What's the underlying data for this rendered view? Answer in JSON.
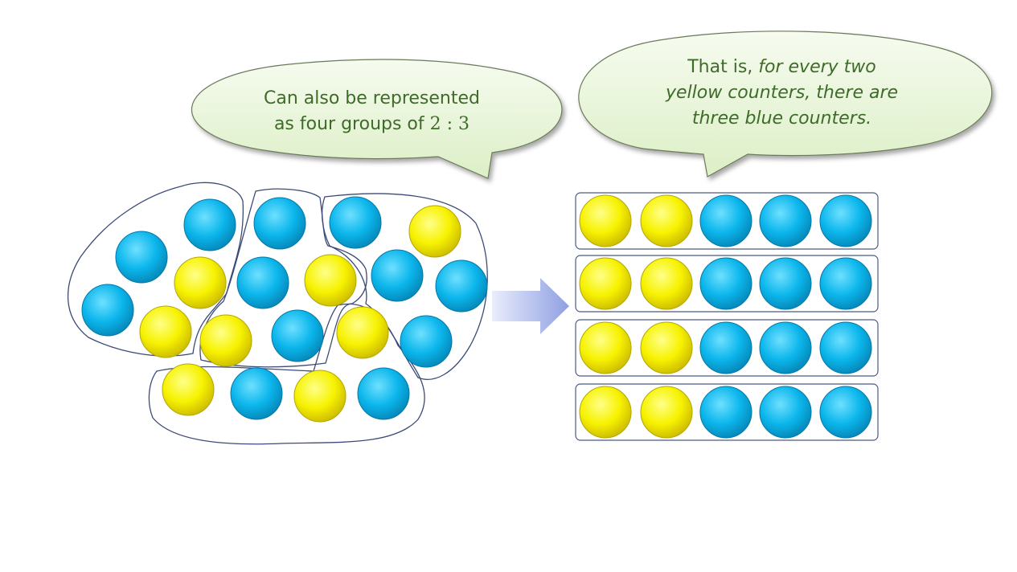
{
  "bubbles": {
    "left": {
      "line1": "Can also be represented",
      "line2_prefix": "as four groups of ",
      "ratio": "2 : 3"
    },
    "right": {
      "line1_prefix": "That is, ",
      "line1_italic": "for every two",
      "line2": "yellow counters, there are",
      "line3": "three blue counters."
    }
  },
  "colors": {
    "yellow": "#f7f200",
    "blue": "#0bb6ec",
    "bubble_fill": "#eaf6dc",
    "bubble_text": "#3f6b2a",
    "outline": "#4a5a80"
  },
  "icons": {
    "arrow": "right-arrow-icon"
  },
  "rows": [
    [
      "yellow",
      "yellow",
      "blue",
      "blue",
      "blue"
    ],
    [
      "yellow",
      "yellow",
      "blue",
      "blue",
      "blue"
    ],
    [
      "yellow",
      "yellow",
      "blue",
      "blue",
      "blue"
    ],
    [
      "yellow",
      "yellow",
      "blue",
      "blue",
      "blue"
    ]
  ],
  "scattered": [
    [
      "blue"
    ],
    [
      "blue"
    ],
    [
      "blue"
    ],
    [
      "yellow"
    ],
    [
      "blue"
    ],
    [
      "yellow"
    ],
    [
      "blue"
    ],
    [
      "yellow"
    ],
    [
      "blue"
    ],
    [
      "blue"
    ],
    [
      "yellow"
    ],
    [
      "yellow"
    ],
    [
      "blue"
    ],
    [
      "blue"
    ],
    [
      "yellow"
    ],
    [
      "blue"
    ],
    [
      "yellow"
    ],
    [
      "blue"
    ],
    [
      "yellow"
    ],
    [
      "blue"
    ]
  ]
}
